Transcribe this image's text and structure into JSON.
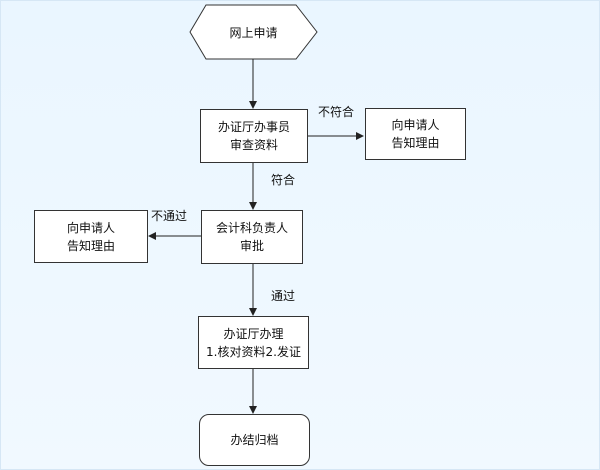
{
  "nodes": {
    "start": {
      "text": "网上申请"
    },
    "review": {
      "line1": "办证厅办事员",
      "line2": "审查资料"
    },
    "reject_right": {
      "line1": "向申请人",
      "line2": "告知理由"
    },
    "approve": {
      "line1": "会计科负责人",
      "line2": "审批"
    },
    "reject_left": {
      "line1": "向申请人",
      "line2": "告知理由"
    },
    "process": {
      "line1": "办证厅办理",
      "line2": "1.核对资料2.发证"
    },
    "end": {
      "text": "办结归档"
    }
  },
  "edges": {
    "not_conform": "不符合",
    "conform": "符合",
    "not_pass": "不通过",
    "pass": "通过"
  },
  "colors": {
    "background": "#eaf6ff",
    "node_fill": "#ffffff",
    "stroke": "#333333"
  }
}
